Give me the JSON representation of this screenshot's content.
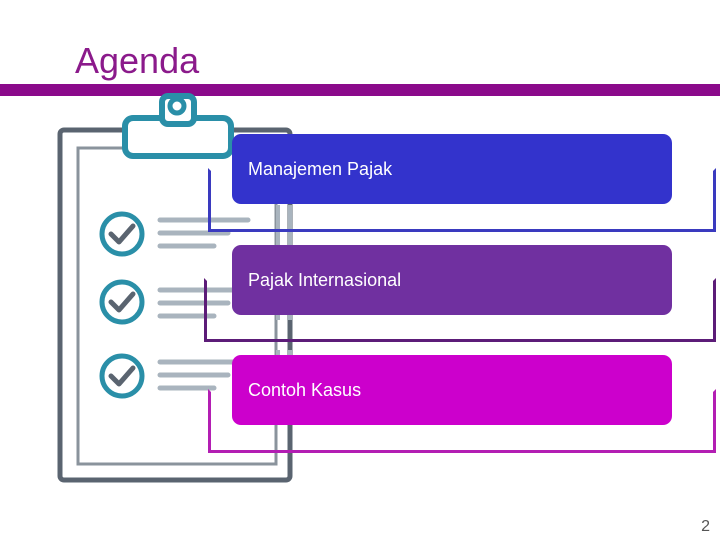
{
  "slide": {
    "title": "Agenda",
    "page_number": "2"
  },
  "agenda_items": [
    {
      "label": "Manajemen Pajak",
      "color": "#3333cc",
      "frame_color": "#3a3abf"
    },
    {
      "label": "Pajak Internasional",
      "color": "#7030a0",
      "frame_color": "#5c1c78"
    },
    {
      "label": "Contoh Kasus",
      "color": "#cc00cc",
      "frame_color": "#b31eb3"
    }
  ],
  "icons": {
    "clipboard": "clipboard-icon",
    "check": "check-circle-icon",
    "check_color": "#2a8fa8",
    "clip_color": "#2a8fa8",
    "outline_color": "#5a6470",
    "lines_color": "#a9b4be"
  }
}
